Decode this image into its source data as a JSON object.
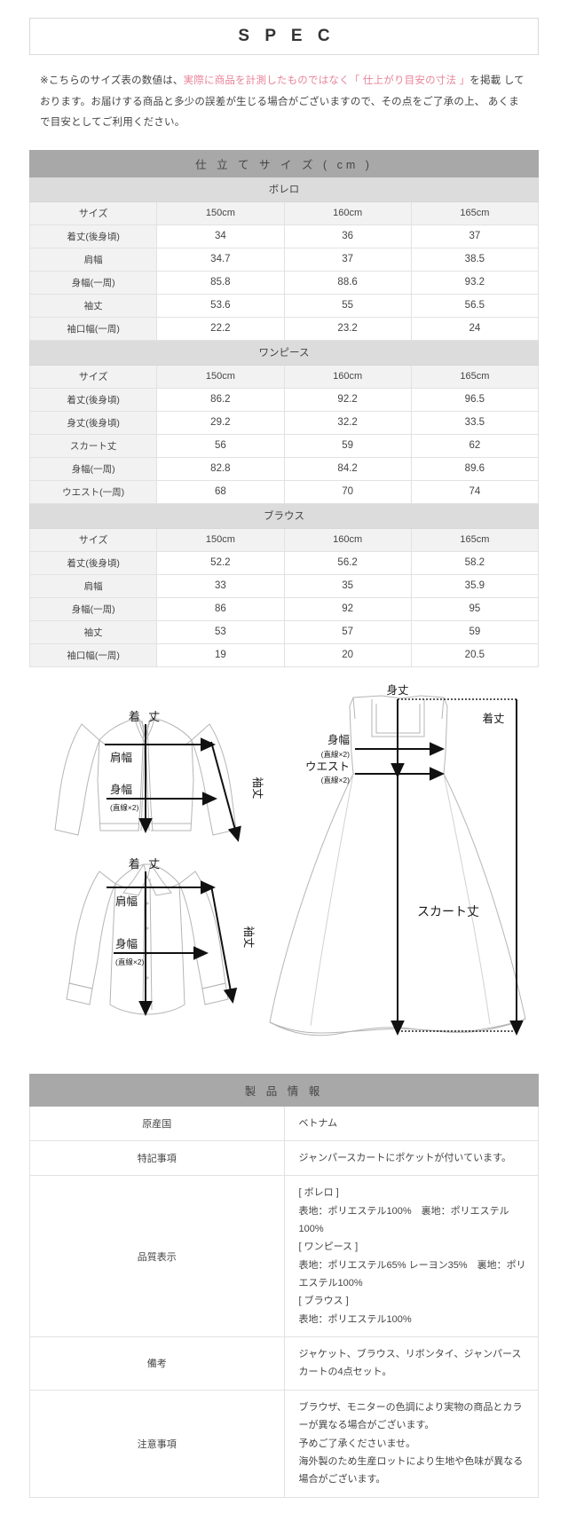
{
  "header": {
    "spec_title": "S P E C"
  },
  "intro": {
    "line1_pre": "※こちらのサイズ表の数値は、",
    "line1_accent": "実際に商品を計測したものではなく「 仕上がり目安の寸法 」",
    "line1_post": "を掲載",
    "line2": "しております。お届けする商品と多少の誤差が生じる場合がございますので、その点をご了承の上、",
    "line3": "あくまで目安としてご利用ください。",
    "accent_color": "#e8849a"
  },
  "size_table": {
    "main_header": "仕 立 て サ イ ズ ( cm )",
    "size_label": "サイズ",
    "columns": [
      "150cm",
      "160cm",
      "165cm"
    ],
    "groups": [
      {
        "name": "ボレロ",
        "rows": [
          {
            "label": "着丈(後身頃)",
            "values": [
              "34",
              "36",
              "37"
            ]
          },
          {
            "label": "肩幅",
            "values": [
              "34.7",
              "37",
              "38.5"
            ]
          },
          {
            "label": "身幅(一周)",
            "values": [
              "85.8",
              "88.6",
              "93.2"
            ]
          },
          {
            "label": "袖丈",
            "values": [
              "53.6",
              "55",
              "56.5"
            ]
          },
          {
            "label": "袖口幅(一周)",
            "values": [
              "22.2",
              "23.2",
              "24"
            ]
          }
        ]
      },
      {
        "name": "ワンピース",
        "rows": [
          {
            "label": "着丈(後身頃)",
            "values": [
              "86.2",
              "92.2",
              "96.5"
            ]
          },
          {
            "label": "身丈(後身頃)",
            "values": [
              "29.2",
              "32.2",
              "33.5"
            ]
          },
          {
            "label": "スカート丈",
            "values": [
              "56",
              "59",
              "62"
            ]
          },
          {
            "label": "身幅(一周)",
            "values": [
              "82.8",
              "84.2",
              "89.6"
            ]
          },
          {
            "label": "ウエスト(一周)",
            "values": [
              "68",
              "70",
              "74"
            ]
          }
        ]
      },
      {
        "name": "ブラウス",
        "rows": [
          {
            "label": "着丈(後身頃)",
            "values": [
              "52.2",
              "56.2",
              "58.2"
            ]
          },
          {
            "label": "肩幅",
            "values": [
              "33",
              "35",
              "35.9"
            ]
          },
          {
            "label": "身幅(一周)",
            "values": [
              "86",
              "92",
              "95"
            ]
          },
          {
            "label": "袖丈",
            "values": [
              "53",
              "57",
              "59"
            ]
          },
          {
            "label": "袖口幅(一周)",
            "values": [
              "19",
              "20",
              "20.5"
            ]
          }
        ]
      }
    ]
  },
  "diagram": {
    "bolero": {
      "length": "着 丈",
      "shoulder": "肩幅",
      "body_width": "身幅",
      "body_width_note": "(直線×2)",
      "sleeve": "袖丈"
    },
    "blouse": {
      "length": "着 丈",
      "shoulder": "肩幅",
      "body_width": "身幅",
      "body_width_note": "(直線×2)",
      "sleeve": "袖丈"
    },
    "dress": {
      "body_length": "身丈",
      "total_length": "着丈",
      "body_width": "身幅",
      "body_width_note": "(直線×2)",
      "waist": "ウエスト",
      "waist_note": "(直線×2)",
      "skirt_length": "スカート丈"
    }
  },
  "product_info": {
    "header": "製 品 情 報",
    "rows": [
      {
        "label": "原産国",
        "lines": [
          "ベトナム"
        ]
      },
      {
        "label": "特記事項",
        "lines": [
          "ジャンパースカートにポケットが付いています。"
        ]
      },
      {
        "label": "品質表示",
        "lines": [
          "[ ボレロ ]",
          "表地：ポリエステル100%　裏地：ポリエステル100%",
          "[ ワンピース ]",
          "表地：ポリエステル65% レーヨン35%　裏地：ポリエステル100%",
          "[ ブラウス ]",
          "表地：ポリエステル100%"
        ]
      },
      {
        "label": "備考",
        "lines": [
          "ジャケット、ブラウス、リボンタイ、ジャンパースカートの4点セット。"
        ]
      },
      {
        "label": "注意事項",
        "lines": [
          "ブラウザ、モニターの色調により実物の商品とカラーが異なる場合がございます。",
          "予めご了承くださいませ。",
          "海外製のため生産ロットにより生地や色味が異なる場合がございます。"
        ]
      }
    ]
  },
  "colors": {
    "header_gray": "#a8a8a8",
    "group_gray": "#dcdcdc",
    "label_gray": "#f2f2f2",
    "accent_pink": "#e8849a",
    "border": "#e2e2e2",
    "garment_outline": "#b0b0b0",
    "arrow": "#111111"
  }
}
